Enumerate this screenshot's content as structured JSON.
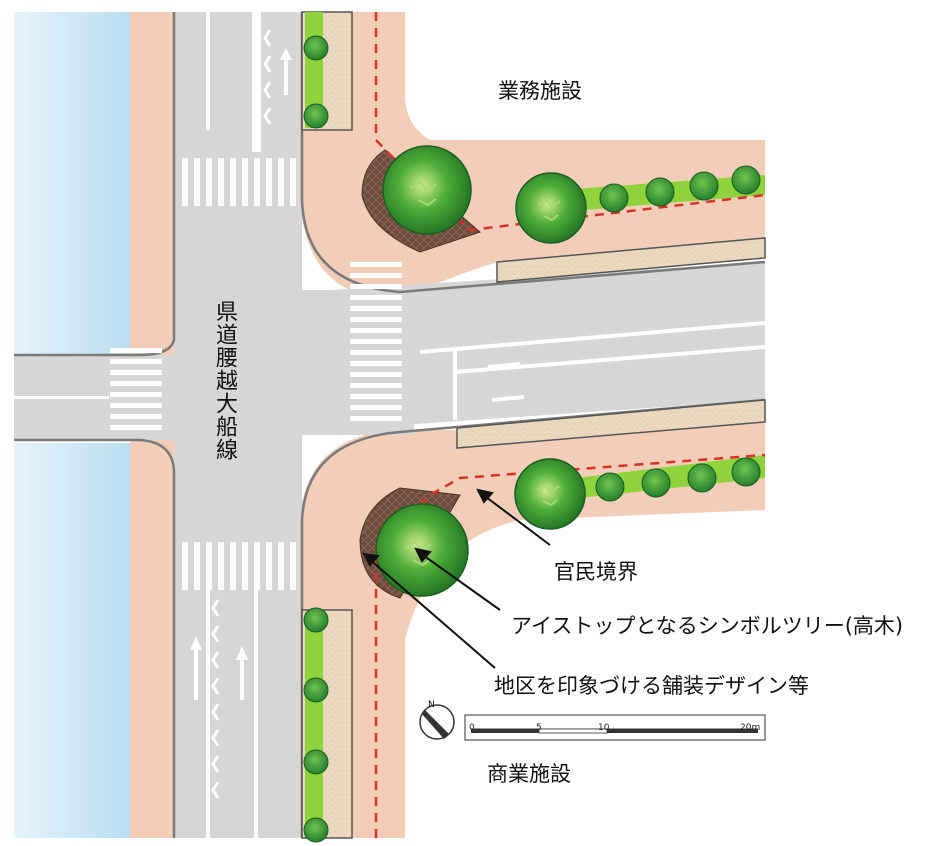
{
  "map": {
    "road_name": "県道腰越大船線",
    "areas": {
      "north": "業務施設",
      "south": "商業施設"
    },
    "annotations": [
      {
        "id": "boundary",
        "label": "官民境界"
      },
      {
        "id": "symbol-tree",
        "label": "アイストップとなるシンボルツリー(高木)"
      },
      {
        "id": "paving",
        "label": "地区を印象づける舗装デザイン等"
      }
    ],
    "scale_bar": {
      "ticks": [
        "0",
        "5",
        "10",
        "20m"
      ]
    },
    "north_arrow": {
      "label": "N"
    },
    "colors": {
      "water": "#cfe7f6",
      "sidewalk": "#f2cdb8",
      "road": "#d9d9d9",
      "curb": "#7a7a7a",
      "planter": "#e8d7bd",
      "grass": "#8ed23c",
      "tree": "#2f8f2c",
      "paving": "#6b4a3a",
      "boundary_line": "#d8322b",
      "marking": "#ffffff"
    }
  }
}
